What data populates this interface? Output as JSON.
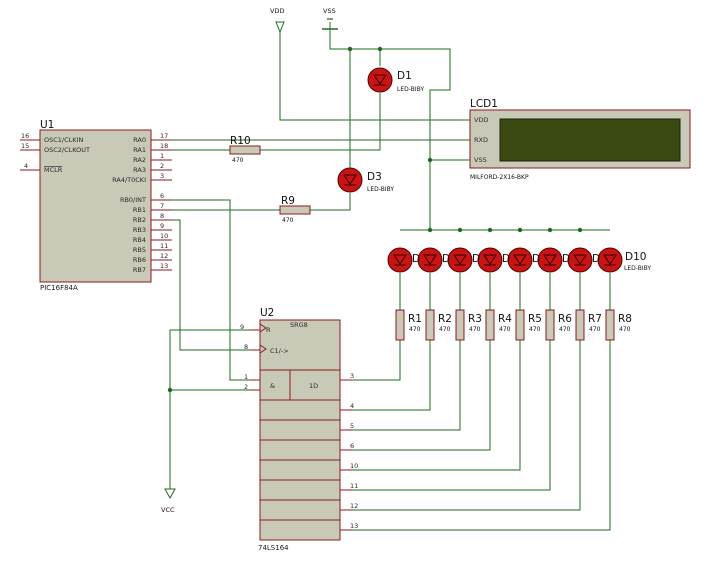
{
  "colors": {
    "wire": "#1f6b1f",
    "pin": "#8a1a1a",
    "body": "#c9c9b8",
    "lcd_screen": "#3b4a12",
    "led": "#c81414"
  },
  "power": {
    "vdd": "VDD",
    "vss": "VSS",
    "vcc": "VCC"
  },
  "u1": {
    "ref": "U1",
    "part": "PIC16F84A",
    "left_pins": [
      {
        "num": "16",
        "name": "OSC1/CLKIN"
      },
      {
        "num": "15",
        "name": "OSC2/CLKOUT"
      },
      {
        "num": "4",
        "name": "MCLR"
      }
    ],
    "right_pins": [
      {
        "num": "17",
        "name": "RA0"
      },
      {
        "num": "18",
        "name": "RA1"
      },
      {
        "num": "1",
        "name": "RA2"
      },
      {
        "num": "2",
        "name": "RA3"
      },
      {
        "num": "3",
        "name": "RA4/T0CKI"
      },
      {
        "num": "6",
        "name": "RB0/INT"
      },
      {
        "num": "7",
        "name": "RB1"
      },
      {
        "num": "8",
        "name": "RB2"
      },
      {
        "num": "9",
        "name": "RB3"
      },
      {
        "num": "10",
        "name": "RB4"
      },
      {
        "num": "11",
        "name": "RB5"
      },
      {
        "num": "12",
        "name": "RB6"
      },
      {
        "num": "13",
        "name": "RB7"
      }
    ]
  },
  "lcd": {
    "ref": "LCD1",
    "part": "MILFORD-2X16-BKP",
    "pins": [
      "VDD",
      "RXD",
      "VSS"
    ]
  },
  "u2": {
    "ref": "U2",
    "part": "74LS164",
    "srg": "SRG8",
    "r_label": "R",
    "clk_label": "C1/->",
    "and_label": "&",
    "d_label": "1D",
    "in_pins": [
      "9",
      "8",
      "1",
      "2"
    ],
    "out_pins": [
      "3",
      "4",
      "5",
      "6",
      "10",
      "11",
      "12",
      "13"
    ]
  },
  "d1": {
    "ref": "D1",
    "part": "LED-BIBY"
  },
  "d3": {
    "ref": "D3",
    "part": "LED-BIBY"
  },
  "d10": {
    "ref": "D10",
    "part": "LED-BIBY"
  },
  "led_row_labels": [
    "D",
    "D",
    "D",
    "D",
    "D",
    "D",
    "D"
  ],
  "r10": {
    "ref": "R10",
    "value": "470"
  },
  "r9": {
    "ref": "R9",
    "value": "470"
  },
  "res_refs": [
    "R1",
    "R2",
    "R3",
    "R4",
    "R5",
    "R6",
    "R7",
    "R8"
  ],
  "res_values": [
    "470",
    "470",
    "470",
    "470",
    "470",
    "470",
    "470",
    "470"
  ]
}
